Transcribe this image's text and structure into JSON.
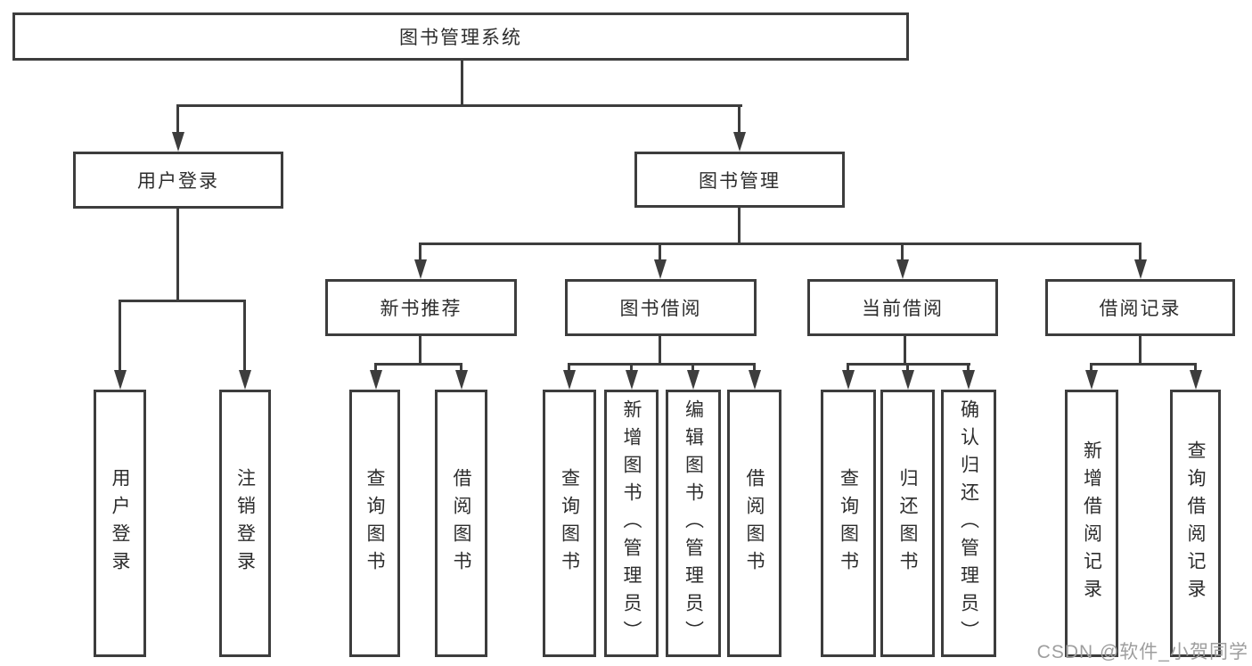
{
  "diagram": {
    "root": {
      "label": "图书管理系统"
    },
    "level2": [
      {
        "label": "用户登录"
      },
      {
        "label": "图书管理"
      }
    ],
    "level3": [
      {
        "label": "新书推荐"
      },
      {
        "label": "图书借阅"
      },
      {
        "label": "当前借阅"
      },
      {
        "label": "借阅记录"
      }
    ],
    "leaves": [
      {
        "label": "用户登录"
      },
      {
        "label": "注销登录"
      },
      {
        "label": "查询图书"
      },
      {
        "label": "借阅图书"
      },
      {
        "label": "查询图书"
      },
      {
        "label": "新增图书（管理员）"
      },
      {
        "label": "编辑图书（管理员）"
      },
      {
        "label": "借阅图书"
      },
      {
        "label": "查询图书"
      },
      {
        "label": "归还图书"
      },
      {
        "label": "确认归还（管理员）"
      },
      {
        "label": "新增借阅记录"
      },
      {
        "label": "查询借阅记录"
      }
    ]
  },
  "watermark": {
    "label": "CSDN @软件_小贺同学"
  },
  "colors": {
    "line": "#3d3d3d",
    "text": "#2d2d2d",
    "watermark": "#9e9e9e",
    "background": "#ffffff"
  }
}
